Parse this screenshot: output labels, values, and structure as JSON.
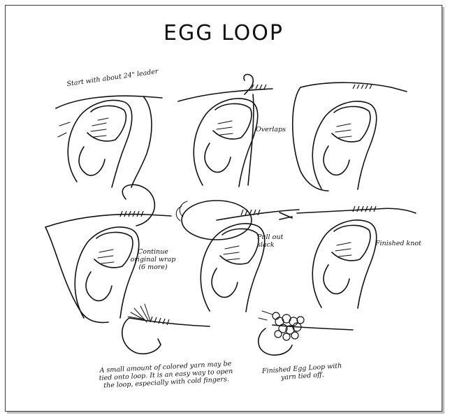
{
  "title": "EGG LOOP",
  "steps": [
    {
      "caption": "Start with about 24\" leader"
    },
    {
      "caption": "Overlaps"
    },
    {
      "caption": ""
    },
    {
      "caption": "Continue original wrap (6 more)"
    },
    {
      "caption": "Pull out slack"
    },
    {
      "caption": "Finished knot"
    }
  ],
  "footnotes": {
    "yarn_note": "A small amount of colored yarn may be tied onto loop. It is an easy way to open the loop, especially with cold fingers.",
    "finished_note": "Finished Egg Loop with yarn tied off."
  },
  "colors": {
    "ink": "#111111",
    "paper": "#ffffff",
    "frame": "#3a3a3a"
  }
}
